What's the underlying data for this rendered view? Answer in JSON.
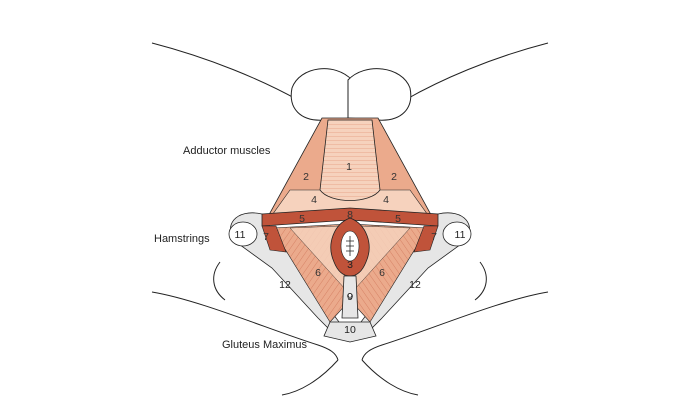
{
  "labels": {
    "adductor": "Adductor muscles",
    "hamstrings": "Hamstrings",
    "gluteus": "Gluteus Maximus"
  },
  "numbers": {
    "n1": "1",
    "n2_left": "2",
    "n2_right": "2",
    "n3": "3",
    "n4_left": "4",
    "n4_right": "4",
    "n5_left": "5",
    "n5_right": "5",
    "n6_left": "6",
    "n6_right": "6",
    "n7_left": "7",
    "n7_right": "7",
    "n8": "8",
    "n9": "9",
    "n10": "10",
    "n11_left": "11",
    "n11_right": "11",
    "n12_left": "12",
    "n12_right": "12"
  },
  "colors": {
    "muscle_light": "#f6d2bd",
    "muscle_mid": "#ebaa8c",
    "muscle_dark": "#c0533a",
    "bone": "#e6e6e6",
    "line": "#222222"
  }
}
